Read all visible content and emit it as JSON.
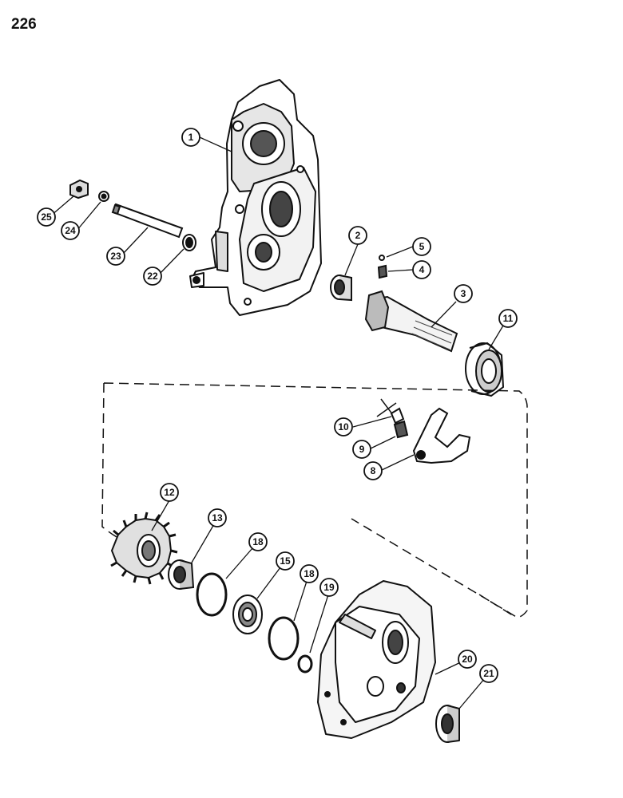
{
  "page": {
    "number": "226"
  },
  "callouts": [
    {
      "id": "c1",
      "label": "1"
    },
    {
      "id": "c2",
      "label": "2"
    },
    {
      "id": "c3",
      "label": "3"
    },
    {
      "id": "c4",
      "label": "4"
    },
    {
      "id": "c5",
      "label": "5"
    },
    {
      "id": "c8",
      "label": "8"
    },
    {
      "id": "c9",
      "label": "9"
    },
    {
      "id": "c10",
      "label": "10"
    },
    {
      "id": "c11",
      "label": "11"
    },
    {
      "id": "c12",
      "label": "12"
    },
    {
      "id": "c13",
      "label": "13"
    },
    {
      "id": "c15",
      "label": "15"
    },
    {
      "id": "c18a",
      "label": "18"
    },
    {
      "id": "c18b",
      "label": "18"
    },
    {
      "id": "c19",
      "label": "19"
    },
    {
      "id": "c20",
      "label": "20"
    },
    {
      "id": "c21",
      "label": "21"
    },
    {
      "id": "c22",
      "label": "22"
    },
    {
      "id": "c23",
      "label": "23"
    },
    {
      "id": "c24",
      "label": "24"
    },
    {
      "id": "c25",
      "label": "25"
    }
  ]
}
